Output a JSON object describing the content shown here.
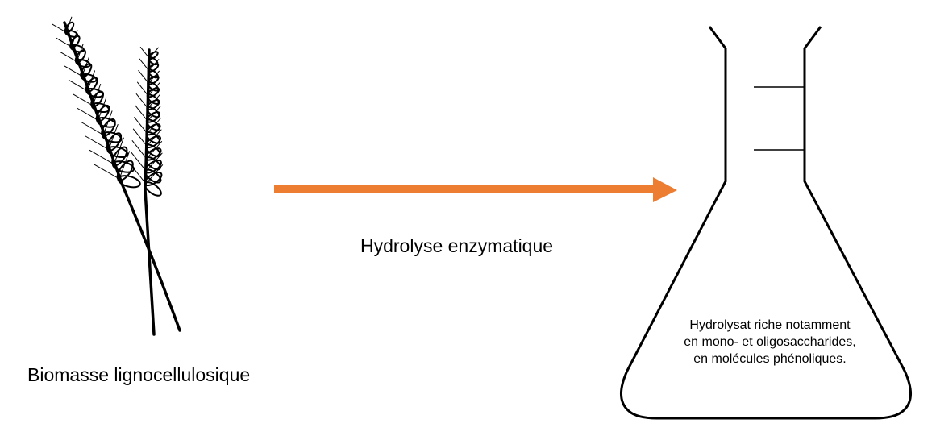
{
  "source_label": "Biomasse lignocellulosique",
  "process_label": "Hydrolyse enzymatique",
  "product_lines": [
    "Hydrolysat riche notamment",
    "en mono- et oligosaccharides,",
    "en molécules phénoliques."
  ],
  "colors": {
    "arrow": "#ED7D31",
    "stroke": "#000000"
  },
  "icons": [
    "wheat-icon",
    "erlenmeyer-flask-icon",
    "arrow-right-icon"
  ]
}
